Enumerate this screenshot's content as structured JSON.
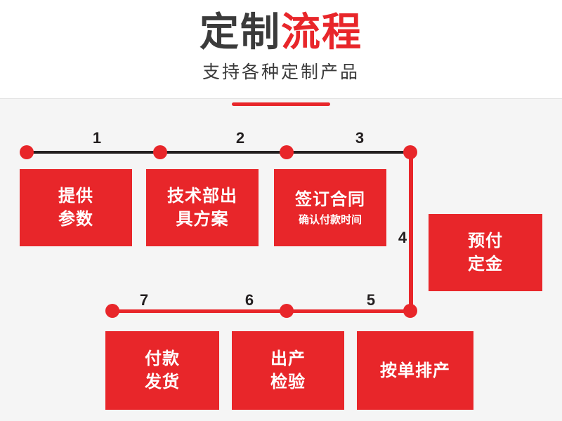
{
  "header": {
    "title_dark": "定制",
    "title_red": "流程",
    "subtitle": "支持各种定制产品"
  },
  "flow": {
    "steps": [
      {
        "number": "1",
        "lines": [
          "提供",
          "参数"
        ],
        "sub": ""
      },
      {
        "number": "2",
        "lines": [
          "技术部出",
          "具方案"
        ],
        "sub": ""
      },
      {
        "number": "3",
        "lines": [
          "签订合同"
        ],
        "sub": "确认付款时间"
      },
      {
        "number": "4",
        "lines": [
          "预付",
          "定金"
        ],
        "sub": ""
      },
      {
        "number": "5",
        "lines": [
          "按单排产"
        ],
        "sub": ""
      },
      {
        "number": "6",
        "lines": [
          "出产",
          "检验"
        ],
        "sub": ""
      },
      {
        "number": "7",
        "lines": [
          "付款",
          "发货"
        ],
        "sub": ""
      }
    ]
  },
  "colors": {
    "accent_red": "#e8262a",
    "dark": "#231f20",
    "page_bg": "#f5f5f5",
    "header_bg": "#ffffff"
  }
}
